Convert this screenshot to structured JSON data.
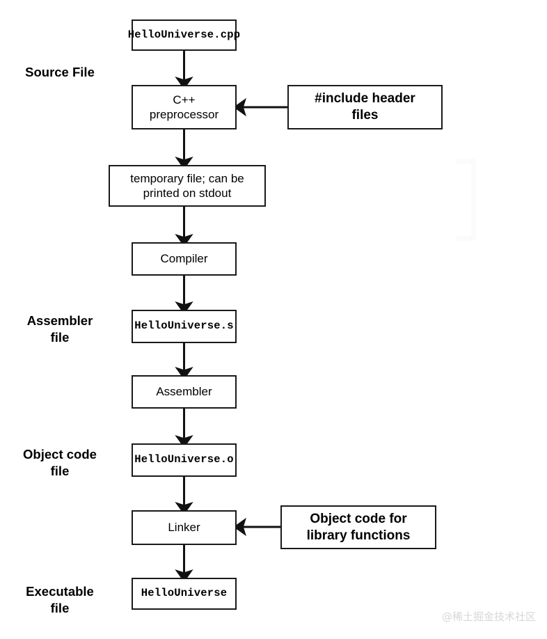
{
  "diagram": {
    "title": "C++ compilation pipeline",
    "background_color": "#ffffff",
    "stroke_color": "#1a1a1a",
    "side_labels": [
      {
        "id": "source-file",
        "text": "Source File"
      },
      {
        "id": "assembler-file",
        "text": "Assembler\nfile"
      },
      {
        "id": "object-code-file",
        "text": "Object code\nfile"
      },
      {
        "id": "executable-file",
        "text": "Executable\nfile"
      }
    ],
    "nodes": [
      {
        "id": "source",
        "text": "HelloUniverse.cpp",
        "style": "mono"
      },
      {
        "id": "preprocessor",
        "text": "C++\npreprocessor",
        "style": "sans"
      },
      {
        "id": "include-headers",
        "text": "#include header\nfiles",
        "style": "bold"
      },
      {
        "id": "temp-file",
        "text": "temporary file; can be\nprinted on stdout",
        "style": "sans"
      },
      {
        "id": "compiler",
        "text": "Compiler",
        "style": "sans"
      },
      {
        "id": "assembly-file",
        "text": "HelloUniverse.s",
        "style": "mono"
      },
      {
        "id": "assembler",
        "text": "Assembler",
        "style": "sans"
      },
      {
        "id": "object-file",
        "text": "HelloUniverse.o",
        "style": "mono"
      },
      {
        "id": "linker",
        "text": "Linker",
        "style": "sans"
      },
      {
        "id": "library-object-code",
        "text": "Object code for\nlibrary functions",
        "style": "bold"
      },
      {
        "id": "executable",
        "text": "HelloUniverse",
        "style": "mono"
      }
    ],
    "edges": [
      {
        "from": "source",
        "to": "preprocessor",
        "direction": "down"
      },
      {
        "from": "preprocessor",
        "to": "temp-file",
        "direction": "down"
      },
      {
        "from": "temp-file",
        "to": "compiler",
        "direction": "down"
      },
      {
        "from": "compiler",
        "to": "assembly-file",
        "direction": "down"
      },
      {
        "from": "assembly-file",
        "to": "assembler",
        "direction": "down"
      },
      {
        "from": "assembler",
        "to": "object-file",
        "direction": "down"
      },
      {
        "from": "object-file",
        "to": "linker",
        "direction": "down"
      },
      {
        "from": "linker",
        "to": "executable",
        "direction": "down"
      },
      {
        "from": "include-headers",
        "to": "preprocessor",
        "direction": "left"
      },
      {
        "from": "library-object-code",
        "to": "linker",
        "direction": "left"
      }
    ],
    "watermark": "@稀土掘金技术社区"
  }
}
